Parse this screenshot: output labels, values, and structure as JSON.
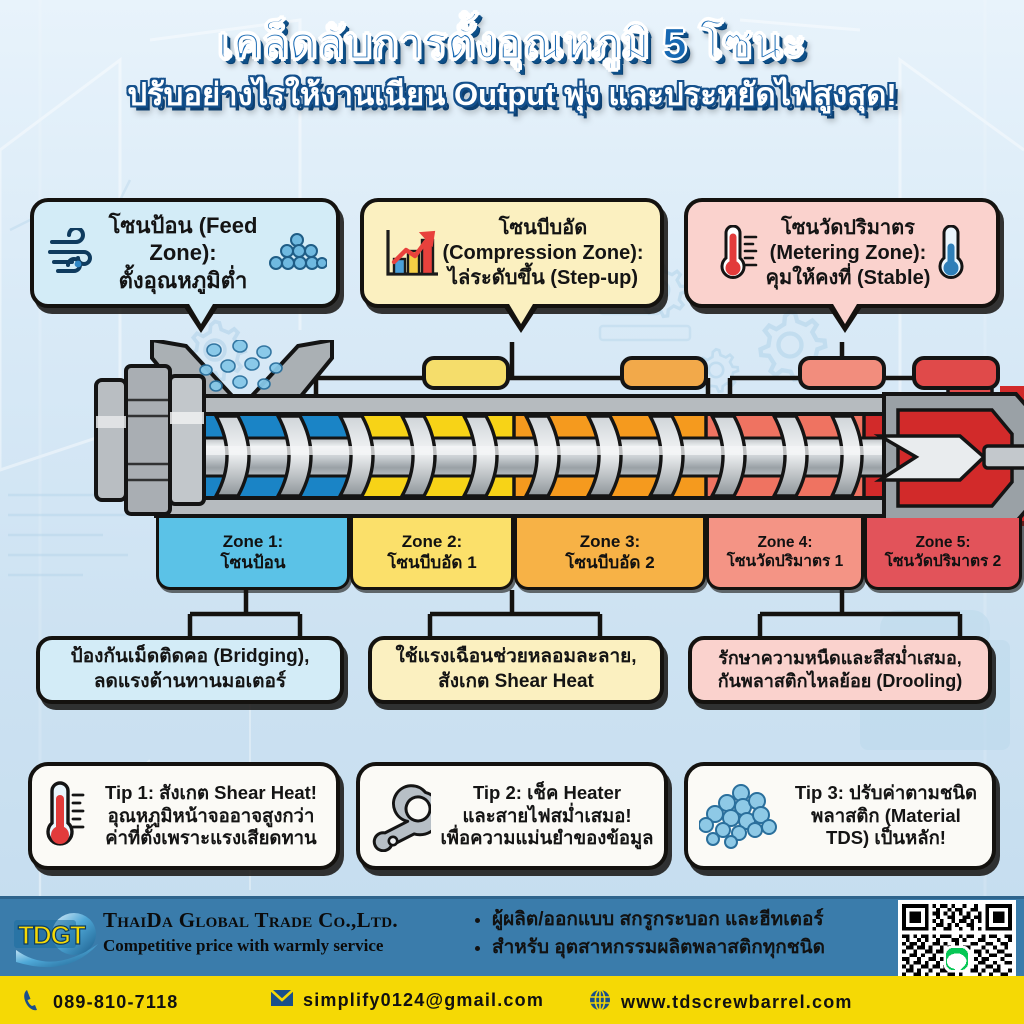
{
  "header": {
    "title_line1": "เคล็ดลับการตั้งอุณหภูมิ 5 โซนะ",
    "title_line2": "ปรับอย่างไรให้งานเนียน Output พุ่ง และประหยัดไฟสูงสุด!"
  },
  "callouts": [
    {
      "id": "feed-zone",
      "line1": "โซนป้อน (Feed Zone):",
      "line2": "ตั้งอุณหภูมิต่ำ",
      "bg": "#d3ecf7",
      "left_icon": "wind-icon",
      "right_icon": "pellets-icon"
    },
    {
      "id": "compression-zone",
      "line1": "โซนบีบอัด",
      "line2": "(Compression Zone):",
      "line3": "ไล่ระดับขึ้น (Step-up)",
      "bg": "#fbf0c0",
      "left_icon": "bar-chart-up-icon"
    },
    {
      "id": "metering-zone",
      "line1": "โซนวัดปริมาตร",
      "line2": "(Metering Zone):",
      "line3": "คุมให้คงที่ (Stable)",
      "bg": "#fad2cd",
      "left_icon": "thermometer-hot-icon",
      "right_icon": "thermometer-cold-icon"
    }
  ],
  "zones": [
    {
      "number": "Zone 1:",
      "name": "โซนป้อน",
      "color": "#5bc2e7",
      "barrel_color": "#1a84c6",
      "band_color": "#5bc2e7"
    },
    {
      "number": "Zone 2:",
      "name": "โซนบีบอัด 1",
      "color": "#fbe06a",
      "barrel_color": "#f7d317",
      "band_color": "#f5dd6b"
    },
    {
      "number": "Zone 3:",
      "name": "โซนบีบอัด 2",
      "color": "#f7b246",
      "barrel_color": "#f59a1e",
      "band_color": "#f2a94a"
    },
    {
      "number": "Zone 4:",
      "name": "โซนวัดปริมาตร 1",
      "color": "#f49485",
      "barrel_color": "#ef7361",
      "band_color": "#f28d7d"
    },
    {
      "number": "Zone 5:",
      "name": "โซนวัดปริมาตร 2",
      "color": "#e2535a",
      "barrel_color": "#d22a2a",
      "band_color": "#e04a4a"
    }
  ],
  "info_notes": [
    {
      "id": "feed-note",
      "line1": "ป้องกันเม็ดติดคอ (Bridging),",
      "line2": "ลดแรงต้านทานมอเตอร์",
      "bg": "#d3ecf7"
    },
    {
      "id": "compression-note",
      "line1": "ใช้แรงเฉือนช่วยหลอมละลาย,",
      "line2": "สังเกต Shear Heat",
      "bg": "#fbf0c0"
    },
    {
      "id": "metering-note",
      "line1": "รักษาความหนืดและสีสม่ำเสมอ,",
      "line2": "กันพลาสติกไหลย้อย (Drooling)",
      "bg": "#fad2cd"
    }
  ],
  "tips": [
    {
      "id": "tip-1",
      "icon": "thermometer-icon",
      "line1": "Tip 1: สังเกต Shear Heat!",
      "line2": "อุณหภูมิหน้าจออาจสูงกว่า",
      "line3": "ค่าที่ตั้งเพราะแรงเสียดทาน"
    },
    {
      "id": "tip-2",
      "icon": "wrench-icon",
      "line1": "Tip 2: เช็ค Heater",
      "line2": "และสายไฟสม่ำเสมอ!",
      "line3": "เพื่อความแม่นยำของข้อมูล"
    },
    {
      "id": "tip-3",
      "icon": "pellets-icon",
      "line1": "Tip 3: ปรับค่าตามชนิด",
      "line2": "พลาสติก (Material",
      "line3": "TDS) เป็นหลัก!"
    }
  ],
  "footer": {
    "logo_text": "TDGT",
    "company_name": "ThaiDa Global Trade Co.,Ltd.",
    "slogan": "Competitive price with warmly service",
    "bullets": [
      "ผู้ผลิต/ออกแบบ สกรูกระบอก และฮีทเตอร์",
      "สำหรับ อุตสาหกรรมผลิตพลาสติกทุกชนิด"
    ],
    "bar_color": "#3a7cab",
    "contact_bar_color": "#f5d905",
    "phone": "089-810-7118",
    "email": "simplify0124@gmail.com",
    "website": "www.tdscrewbarrel.com",
    "phone_icon": "phone-icon",
    "email_icon": "envelope-icon",
    "web_icon": "globe-icon",
    "qr_label": "line-qr-code"
  }
}
